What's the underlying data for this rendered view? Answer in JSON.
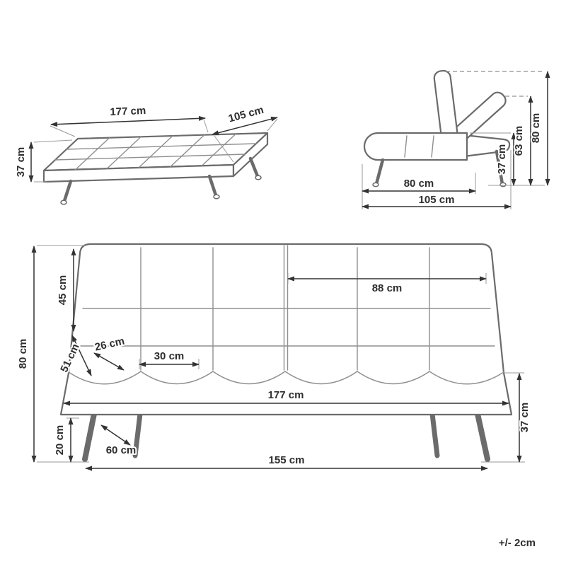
{
  "tolerance_note": "+/- 2cm",
  "colors": {
    "outline": "#6b6b6b",
    "dimension": "#333333",
    "text": "#2d2d2d"
  },
  "flat_view": {
    "length": "177 cm",
    "depth": "105 cm",
    "height": "37 cm"
  },
  "side_view": {
    "total_height": "80 cm",
    "backrest_height": "63 cm",
    "seat_height": "37 cm",
    "seat_depth": "80 cm",
    "total_depth": "105 cm"
  },
  "front_view": {
    "total_height": "80 cm",
    "backrest_height": "45 cm",
    "seat_slope": "51 cm",
    "cushion_depth": "26 cm",
    "cushion_width": "30 cm",
    "half_width": "88 cm",
    "total_width": "177 cm",
    "seat_height": "37 cm",
    "clearance": "20 cm",
    "leg_offset": "60 cm",
    "leg_span": "155 cm"
  }
}
